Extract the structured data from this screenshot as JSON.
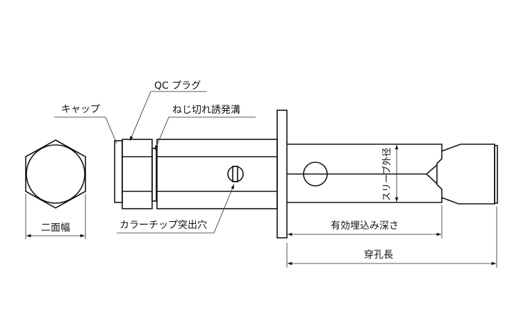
{
  "labels": {
    "qc_plug": "QC プラグ",
    "cap": "キャップ",
    "thread_groove": "ねじ切れ誘発溝",
    "color_chip_hole": "カラーチップ突出穴",
    "width_across_flats": "二面幅",
    "sleeve_outer_diameter": "スリーブ外径",
    "embedment_depth": "有効埋込み深さ",
    "drill_hole_length": "穿孔長"
  },
  "colors": {
    "line": "#111111",
    "background": "#ffffff"
  }
}
